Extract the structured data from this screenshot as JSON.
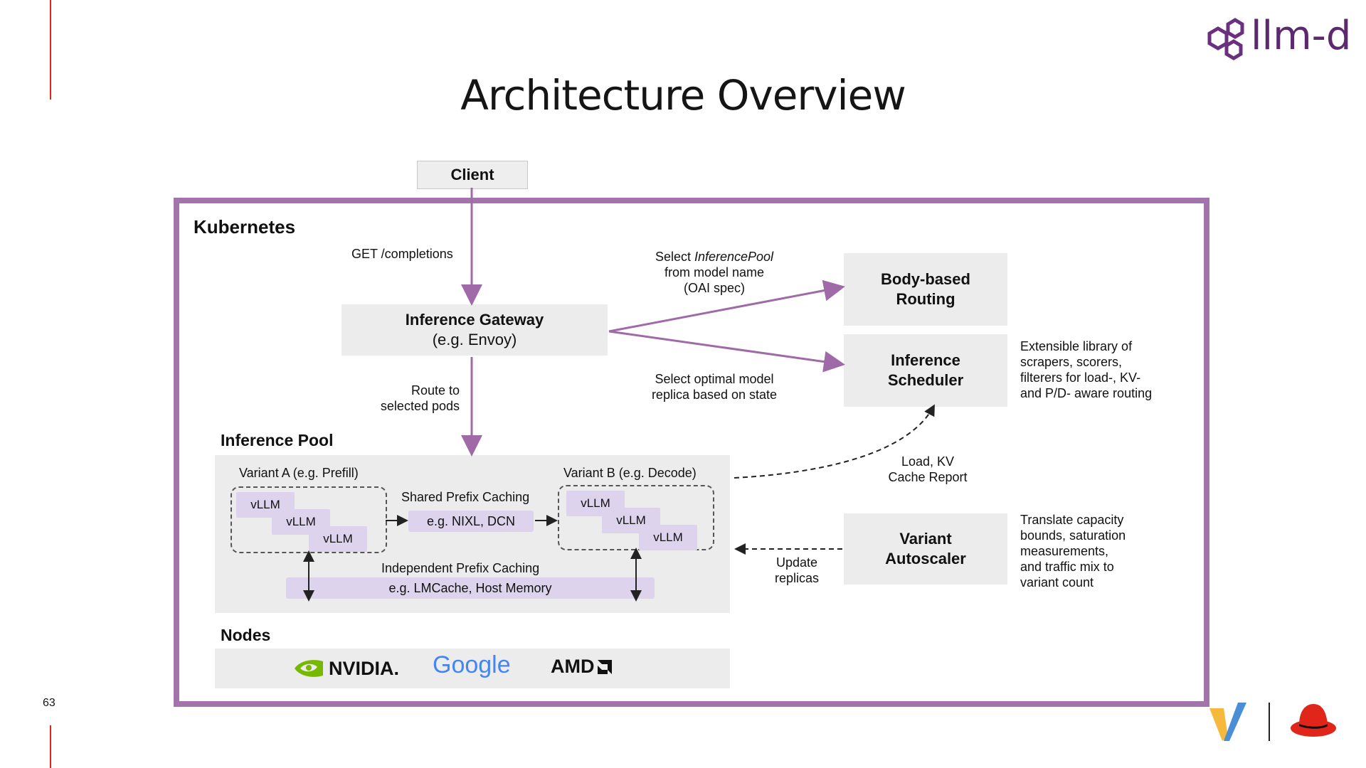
{
  "slide": {
    "title": "Architecture Overview",
    "page_number": "63",
    "logo_text": "llm-d"
  },
  "diagram": {
    "client": "Client",
    "kubernetes": "Kubernetes",
    "get_completions": "GET /completions",
    "gateway": {
      "line1": "Inference Gateway",
      "line2": "(e.g. Envoy)"
    },
    "select_pool": {
      "line1_pre": "Select ",
      "line1_em": "InferencePool",
      "line2": "from model name",
      "line3": "(OAI spec)"
    },
    "body_routing": {
      "line1": "Body-based",
      "line2": "Routing"
    },
    "scheduler": {
      "line1": "Inference",
      "line2": "Scheduler"
    },
    "scheduler_desc": [
      "Extensible library of",
      "scrapers, scorers,",
      "filterers for load-, KV-",
      "and P/D- aware routing"
    ],
    "select_optimal": [
      "Select optimal model",
      "replica based on state"
    ],
    "route_to": [
      "Route to",
      "selected pods"
    ],
    "inference_pool": "Inference Pool",
    "variant_a": "Variant A (e.g. Prefill)",
    "variant_b": "Variant B (e.g. Decode)",
    "vllm": [
      "vLLM",
      "vLLM",
      "vLLM"
    ],
    "shared_prefix": "Shared Prefix Caching",
    "shared_prefix_example": "e.g. NIXL, DCN",
    "independent_prefix": "Independent Prefix Caching",
    "independent_prefix_example": "e.g. LMCache, Host Memory",
    "load_kv": [
      "Load, KV",
      "Cache Report"
    ],
    "update_replicas": [
      "Update",
      "replicas"
    ],
    "autoscaler": {
      "line1": "Variant",
      "line2": "Autoscaler"
    },
    "autoscaler_desc": [
      "Translate capacity",
      "bounds, saturation",
      "measurements,",
      "and traffic mix to",
      "variant count"
    ],
    "nodes": "Nodes",
    "vendors": [
      "NVIDIA.",
      "Google",
      "AMD"
    ]
  },
  "colors": {
    "accent_red": "#e0251b",
    "frame_purple": "#a274ab",
    "arrow_purple": "#a06aa8",
    "pill_lilac": "#ddd3ec",
    "box_gray": "#ececec",
    "nvidia_green": "#76b900"
  },
  "icons": [
    "llm-d-logo-icon",
    "vllm-logo-icon",
    "redhat-logo-icon"
  ]
}
